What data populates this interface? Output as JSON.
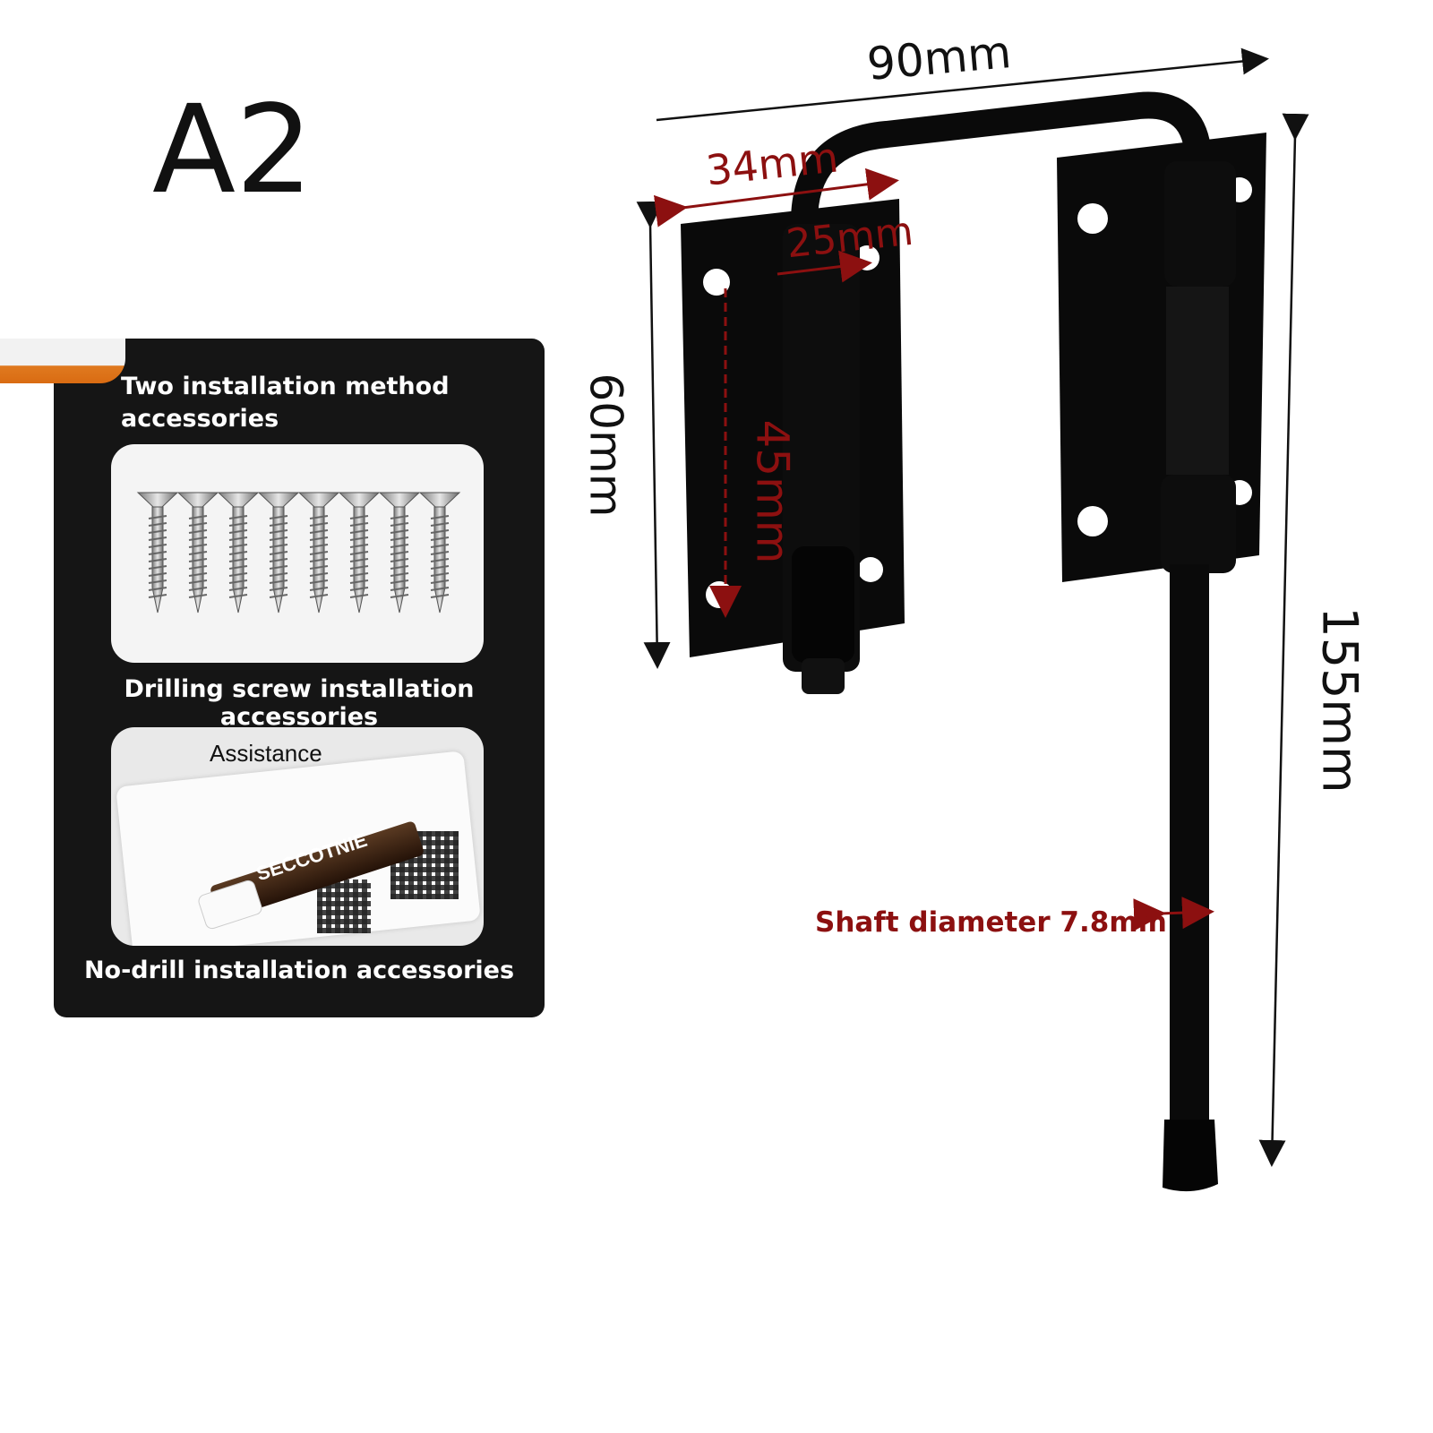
{
  "model": "A2",
  "accessories": {
    "heading": "Two installation method accessories",
    "screws_caption": "Drilling screw installation accessories",
    "glue_caption": "No-drill installation accessories",
    "assist_label": "Assistance",
    "tube_brand": "SECCOTNIE"
  },
  "dimensions": {
    "width": "90mm",
    "plate_width": "34mm",
    "hole_spacing": "25mm",
    "plate_height": "60mm",
    "hole_height": "45mm",
    "total_length": "155mm",
    "shaft": "Shaft diameter 7.8mm"
  },
  "colors": {
    "dimension_red": "#8c1010",
    "panel": "#151515",
    "accent_orange": "#e07a1f"
  }
}
